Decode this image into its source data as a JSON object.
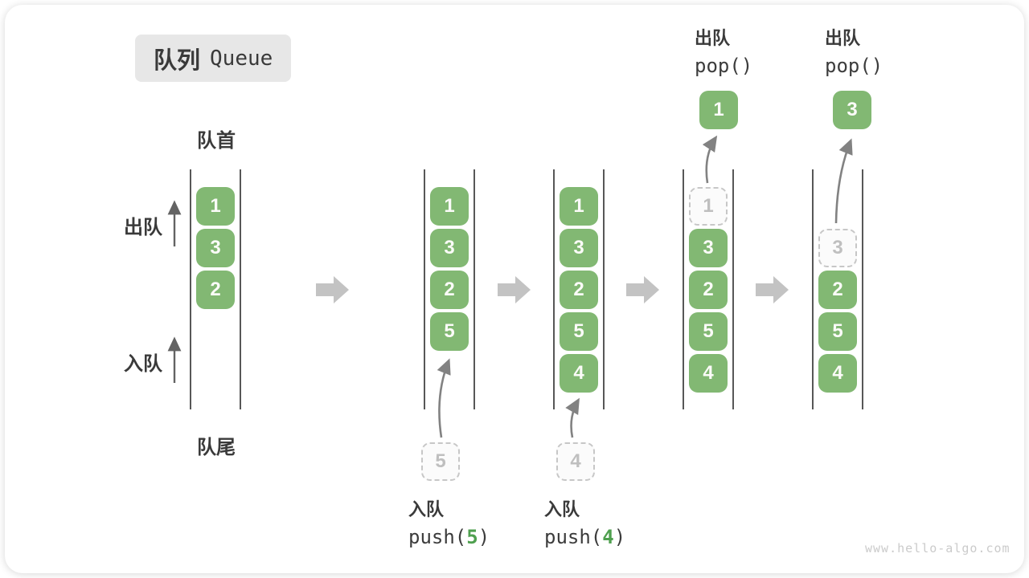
{
  "title": {
    "zh": "队列",
    "en": "Queue"
  },
  "side_labels": {
    "front": "队首",
    "rear": "队尾",
    "dequeue": "出队",
    "enqueue": "入队"
  },
  "queues": [
    {
      "items": [
        "1",
        "3",
        "2"
      ]
    },
    {
      "items": [
        "1",
        "3",
        "2",
        "5"
      ],
      "incoming": "5"
    },
    {
      "items": [
        "1",
        "3",
        "2",
        "5",
        "4"
      ],
      "incoming": "4"
    },
    {
      "ghost": "1",
      "items": [
        "3",
        "2",
        "5",
        "4"
      ],
      "popped": "1"
    },
    {
      "ghost": "3",
      "items": [
        "2",
        "5",
        "4"
      ],
      "popped": "3"
    }
  ],
  "push_ops": [
    {
      "action": "入队",
      "fn_open": "push(",
      "arg": "5",
      "fn_close": ")"
    },
    {
      "action": "入队",
      "fn_open": "push(",
      "arg": "4",
      "fn_close": ")"
    }
  ],
  "pop_ops": [
    {
      "action": "出队",
      "code": "pop()"
    },
    {
      "action": "出队",
      "code": "pop()"
    }
  ],
  "watermark": "www.hello-algo.com",
  "colors": {
    "box_green": "#82b873",
    "arg_green": "#4fa04f",
    "ghost_gray": "#c7c7c7",
    "arrow_gray": "#c3c3c3"
  }
}
